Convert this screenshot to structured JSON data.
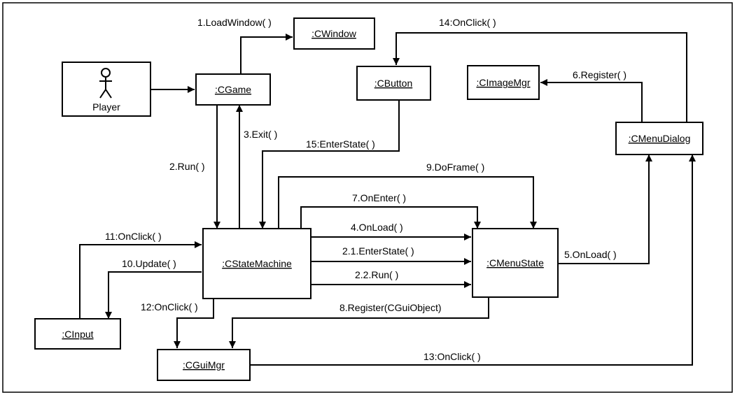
{
  "objects": {
    "cwindow": ":CWindow",
    "cgame": ":CGame",
    "cbutton": ":CButton",
    "cimagemgr": ":CImageMgr",
    "cmenudialog": ":CMenuDialog",
    "cstatemachine": ":CStateMachine",
    "cmenustate": ":CMenuState",
    "cinput": ":CInput",
    "cguimgr": ":CGuiMgr"
  },
  "actor": {
    "label": "Player"
  },
  "messages": {
    "m1": "1.LoadWindow( )",
    "m2": "2.Run( )",
    "m2_1": "2.1.EnterState( )",
    "m2_2": "2.2.Run( )",
    "m3": "3.Exit( )",
    "m4": "4.OnLoad( )",
    "m5": "5.OnLoad( )",
    "m6": "6.Register( )",
    "m7": "7.OnEnter( )",
    "m8": "8.Register(CGuiObject)",
    "m9": "9.DoFrame( )",
    "m10": "10.Update( )",
    "m11": "11:OnClick( )",
    "m12": "12:OnClick( )",
    "m13": "13:OnClick( )",
    "m14": "14:OnClick( )",
    "m15": "15:EnterState( )"
  }
}
